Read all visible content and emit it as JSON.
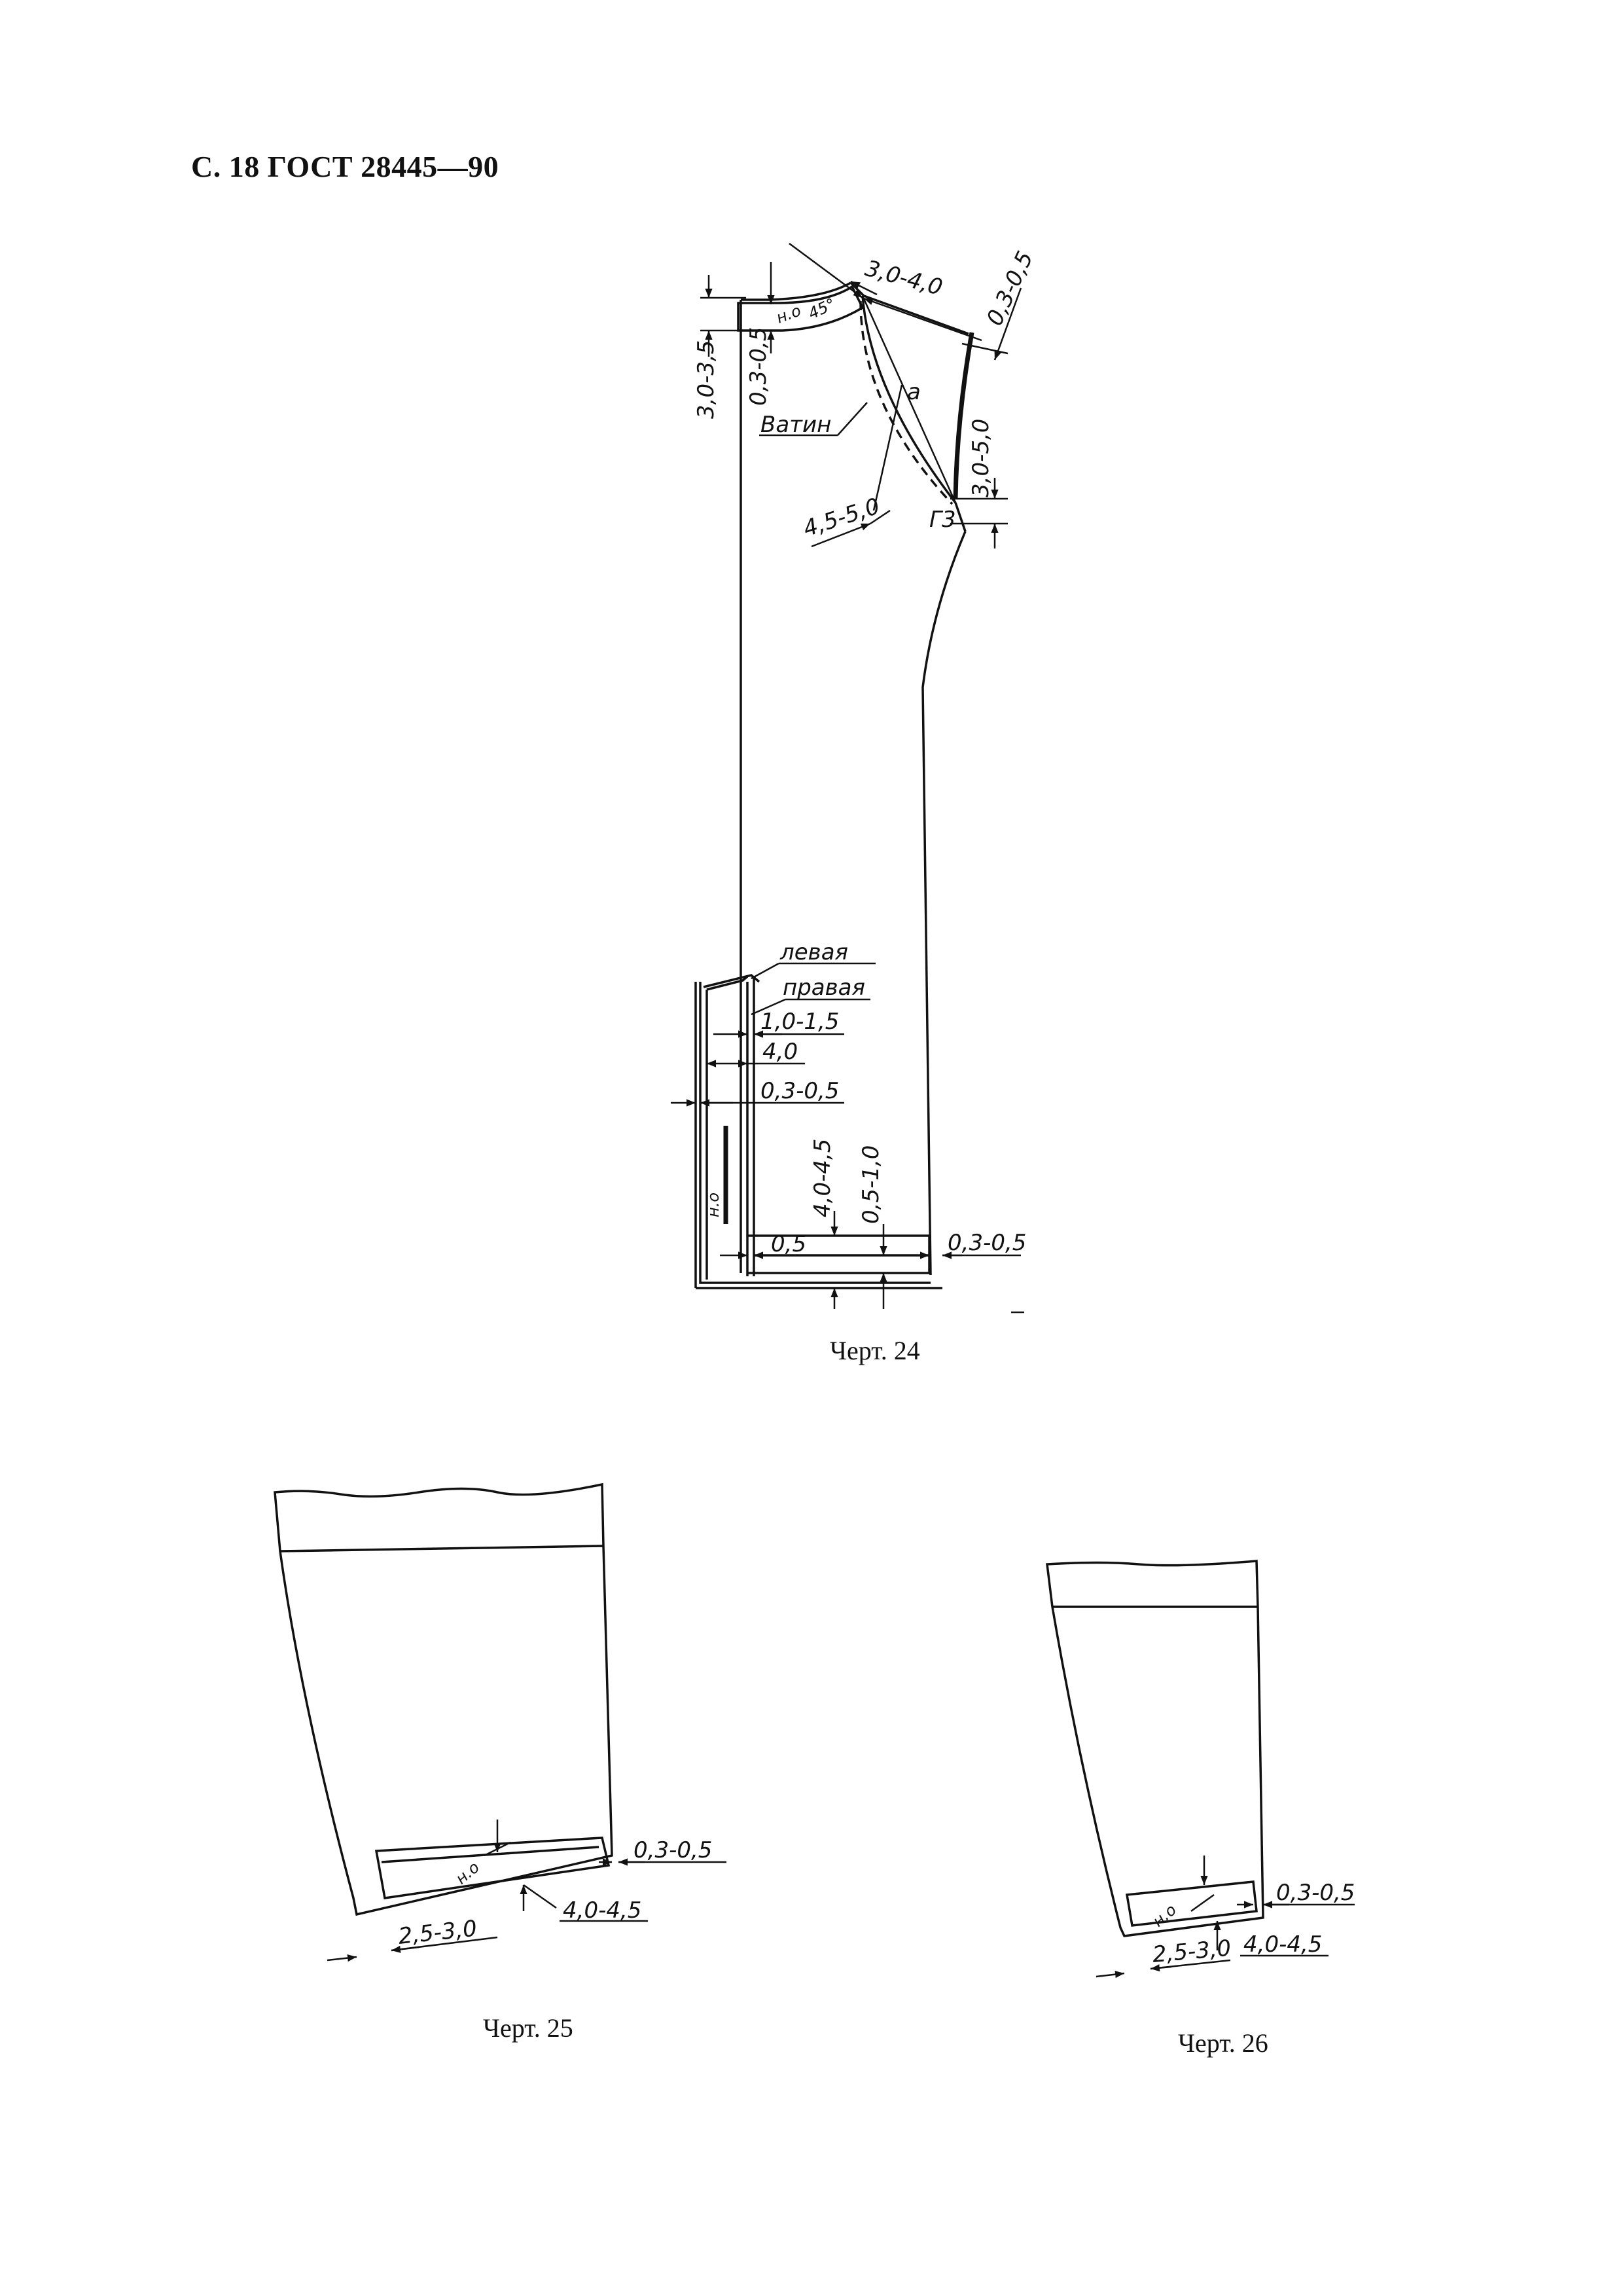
{
  "header": {
    "title": "С. 18 ГОСТ 28445—90"
  },
  "figures": {
    "fig24": {
      "caption": "Черт. 24",
      "labels": {
        "armhole_top": "3,0-4,0",
        "shoulder_edge": "0,3-0,5",
        "collar_height": "3,0-3,5",
        "collar_inner": "0,3-0,5",
        "collar_thread": "н.о",
        "collar_angle": "45°",
        "batting": "Ватин",
        "point_a": "а",
        "armhole_depth": "3,0-5,0",
        "armhole_inner": "4,5-5,0",
        "point_g3": "Г3",
        "left": "левая",
        "right": "правая",
        "fly_1": "1,0-1,5",
        "fly_2": "4,0",
        "fly_3": "0,3-0,5",
        "fly_thread": "н.о",
        "hem_height": "4,0-4,5",
        "hem_inner": "0,5-1,0",
        "hem_width": "0,5",
        "hem_edge": "0,3-0,5"
      }
    },
    "fig25": {
      "caption": "Черт. 25",
      "labels": {
        "thread": "н.о",
        "edge": "0,3-0,5",
        "height": "4,0-4,5",
        "offset": "2,5-3,0"
      }
    },
    "fig26": {
      "caption": "Черт. 26",
      "labels": {
        "thread": "н.о",
        "edge": "0,3-0,5",
        "height": "4,0-4,5",
        "offset": "2,5-3,0"
      }
    }
  }
}
